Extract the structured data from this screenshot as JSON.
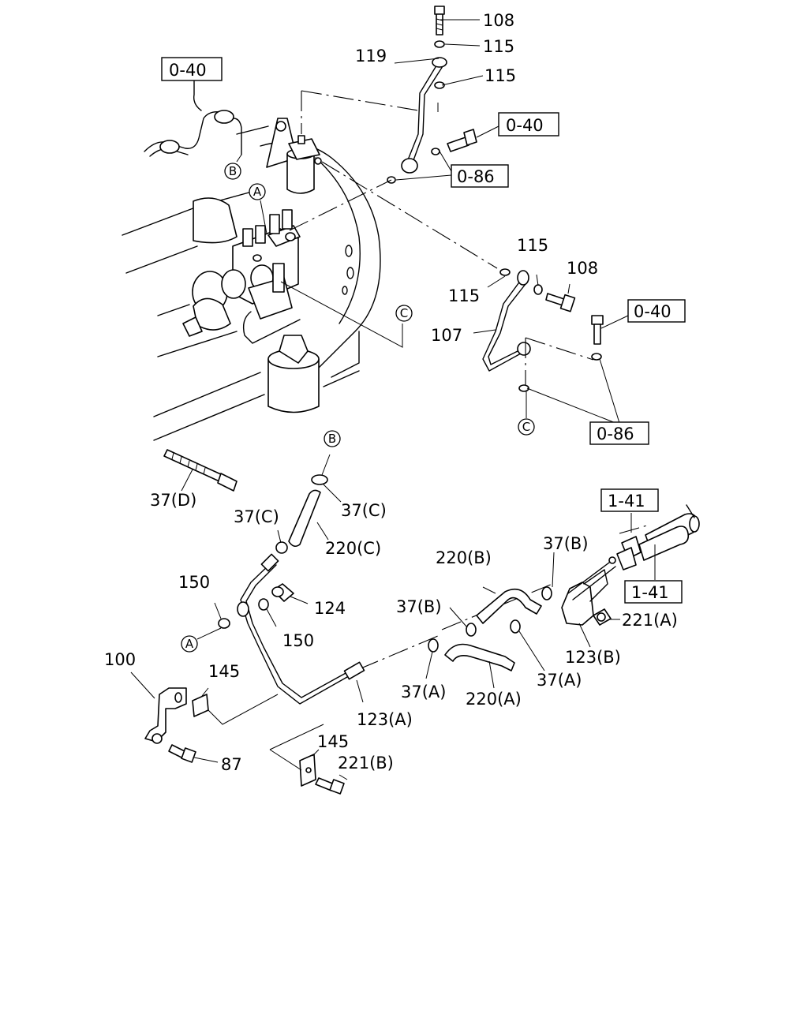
{
  "labels": {
    "p108a": "108",
    "p115a": "115",
    "p119": "119",
    "p115b": "115",
    "p115c": "115",
    "p115d": "115",
    "p108b": "108",
    "p107": "107",
    "p37d": "37(D)",
    "p37c1": "37(C)",
    "p37c2": "37(C)",
    "p220c": "220(C)",
    "p150a": "150",
    "p124": "124",
    "p150b": "150",
    "p220b": "220(B)",
    "p37b1": "37(B)",
    "p37b2": "37(B)",
    "p221a": "221(A)",
    "p123b": "123(B)",
    "p37a1": "37(A)",
    "p220a": "220(A)",
    "p37a2": "37(A)",
    "p100": "100",
    "p145a": "145",
    "p123a": "123(A)",
    "p145b": "145",
    "p221b": "221(B)",
    "p87": "87"
  },
  "refs": {
    "r040a": "0-40",
    "r040b": "0-40",
    "r086a": "0-86",
    "r040c": "0-40",
    "r086b": "0-86",
    "r141a": "1-41",
    "r141b": "1-41"
  },
  "circles": {
    "cB1": "B",
    "cA1": "A",
    "cC1": "C",
    "cC2": "C",
    "cB2": "B",
    "cA2": "A"
  }
}
